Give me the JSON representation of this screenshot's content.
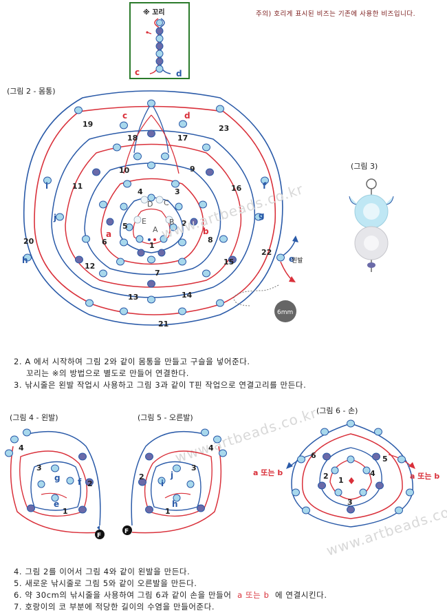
{
  "notice": "주의) 호리게 표시된 비즈는 기존에 사용한 비즈입니다.",
  "tail_box": {
    "title": "※ 꼬리",
    "label_c": "c",
    "label_d": "d"
  },
  "fig2": {
    "caption": "(그림 2 - 몸통)",
    "numbers": [
      "1",
      "2",
      "3",
      "4",
      "5",
      "6",
      "7",
      "8",
      "9",
      "10",
      "11",
      "12",
      "13",
      "14",
      "15",
      "16",
      "17",
      "18",
      "19",
      "20",
      "21",
      "22",
      "23"
    ],
    "letters_red": [
      "a",
      "b",
      "c",
      "d"
    ],
    "letters_blue": [
      "e",
      "f",
      "g",
      "h",
      "i",
      "j"
    ],
    "inner_letters": [
      "A",
      "B",
      "C",
      "D",
      "E"
    ],
    "exit_label": "왼발",
    "bead_label": "6mm"
  },
  "fig3": {
    "caption": "(그림 3)"
  },
  "watermark": "www.artbeads.co.kr",
  "steps_a": [
    "2. A 에서 시작하여 그림 2와 같이 몸통을 만들고 구슬을 넣어준다.",
    "   꼬리는 ※의 방법으로 별도로 만들어 연결한다.",
    "3. 낚시줄은 왼발 작업시 사용하고 그림 3과 같이 T핀 작업으로 연결고리를 만든다."
  ],
  "fig4": {
    "caption": "(그림 4 - 왼발)",
    "numbers": [
      "1",
      "2",
      "3",
      "4"
    ],
    "letters": [
      "e",
      "f",
      "g"
    ],
    "end": "F"
  },
  "fig5": {
    "caption": "(그림 5 - 오른발)",
    "numbers": [
      "1",
      "2",
      "3",
      "4"
    ],
    "letters": [
      "h",
      "i",
      "j"
    ],
    "end": "F"
  },
  "fig6": {
    "caption": "(그림 6 - 손)",
    "numbers": [
      "1",
      "2",
      "3",
      "4",
      "5",
      "6"
    ],
    "left_label": "a 또는 b",
    "right_label": "a 또는 b"
  },
  "steps_b": [
    "4. 그림 2를 이어서 그림 4와 같이 왼발을 만든다.",
    "5. 새로운 낚시줄로 그림 5와 같이 오른발을 만든다.",
    "6. 약 30cm의 낚시줄을 사용하여 그림 6과 같이 손을 만들어",
    "7. 호랑이의 코 부분에 적당한 길이의 수염을 만들어준다."
  ],
  "step6_highlight": "a 또는 b",
  "step6_tail": "에 연결시킨다.",
  "colors": {
    "red": "#d9303a",
    "blue": "#2a5aa8",
    "bead": "#a8d8ec",
    "dark_bead": "#6a6aa8"
  }
}
